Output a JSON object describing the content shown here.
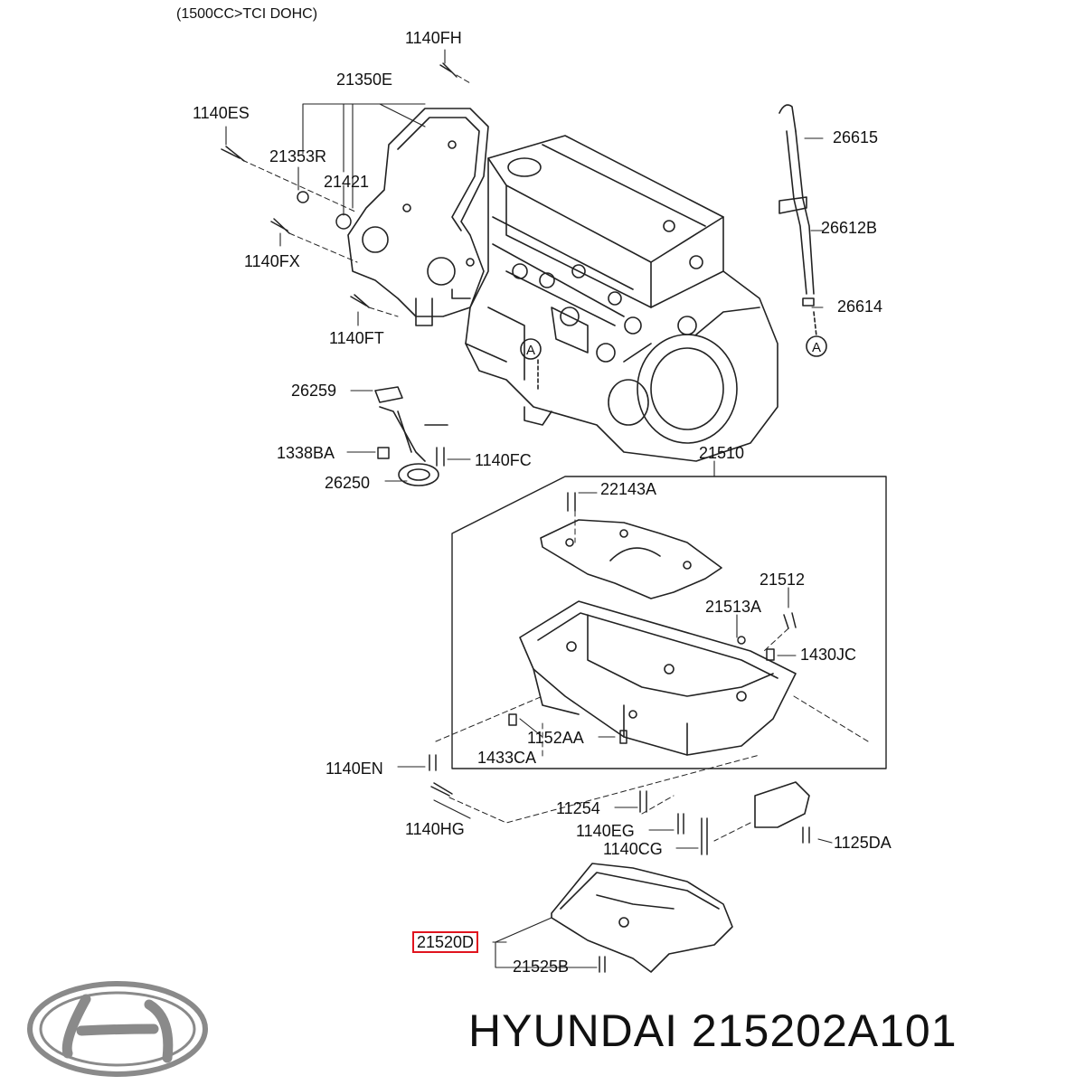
{
  "header": "(1500CC>TCI DOHC)",
  "callouts": [
    {
      "code": "1140FH"
    },
    {
      "code": "21350E"
    },
    {
      "code": "1140ES"
    },
    {
      "code": "21353R"
    },
    {
      "code": "21421"
    },
    {
      "code": "1140FX"
    },
    {
      "code": "1140FT"
    },
    {
      "code": "26259"
    },
    {
      "code": "1338BA"
    },
    {
      "code": "26250"
    },
    {
      "code": "1140FC"
    },
    {
      "code": "21510"
    },
    {
      "code": "22143A"
    },
    {
      "code": "21512"
    },
    {
      "code": "21513A"
    },
    {
      "code": "1430JC"
    },
    {
      "code": "1152AA"
    },
    {
      "code": "1433CA"
    },
    {
      "code": "1140EN"
    },
    {
      "code": "11254"
    },
    {
      "code": "1140EG"
    },
    {
      "code": "1140CG"
    },
    {
      "code": "1140HG"
    },
    {
      "code": "1125DA"
    },
    {
      "code": "21520D",
      "highlight": true
    },
    {
      "code": "21525B"
    },
    {
      "code": "26615"
    },
    {
      "code": "26612B"
    },
    {
      "code": "26614"
    }
  ],
  "ref_marks": [
    "A",
    "A"
  ],
  "brand": {
    "name": "HYUNDAI",
    "part_number": "215202A101",
    "text": "HYUNDAI 215202A101"
  },
  "colors": {
    "highlight": "#e0141e",
    "line": "#222222",
    "logo": "#8a8a8a"
  }
}
